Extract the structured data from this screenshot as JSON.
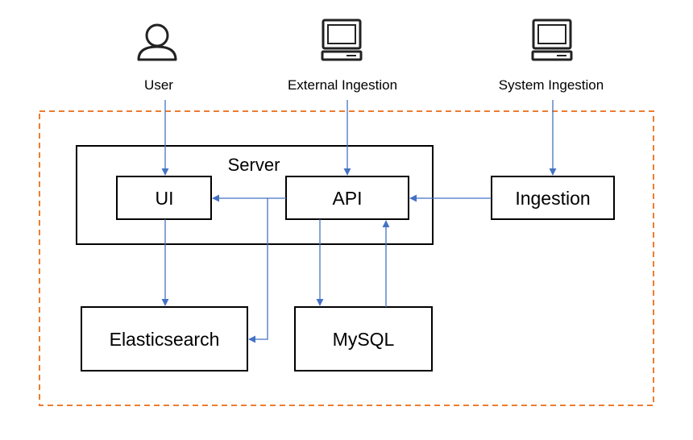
{
  "actors": {
    "user": {
      "label": "User",
      "icon": "user-icon"
    },
    "external_ingestion": {
      "label": "External Ingestion",
      "icon": "computer-icon"
    },
    "system_ingestion": {
      "label": "System Ingestion",
      "icon": "computer-icon"
    }
  },
  "server": {
    "title": "Server"
  },
  "components": {
    "ui": "UI",
    "api": "API",
    "ingestion": "Ingestion",
    "elasticsearch": "Elasticsearch",
    "mysql": "MySQL"
  },
  "colors": {
    "connector": "#4472C4",
    "boundary": "#ED7D31",
    "box_stroke": "#000000"
  }
}
